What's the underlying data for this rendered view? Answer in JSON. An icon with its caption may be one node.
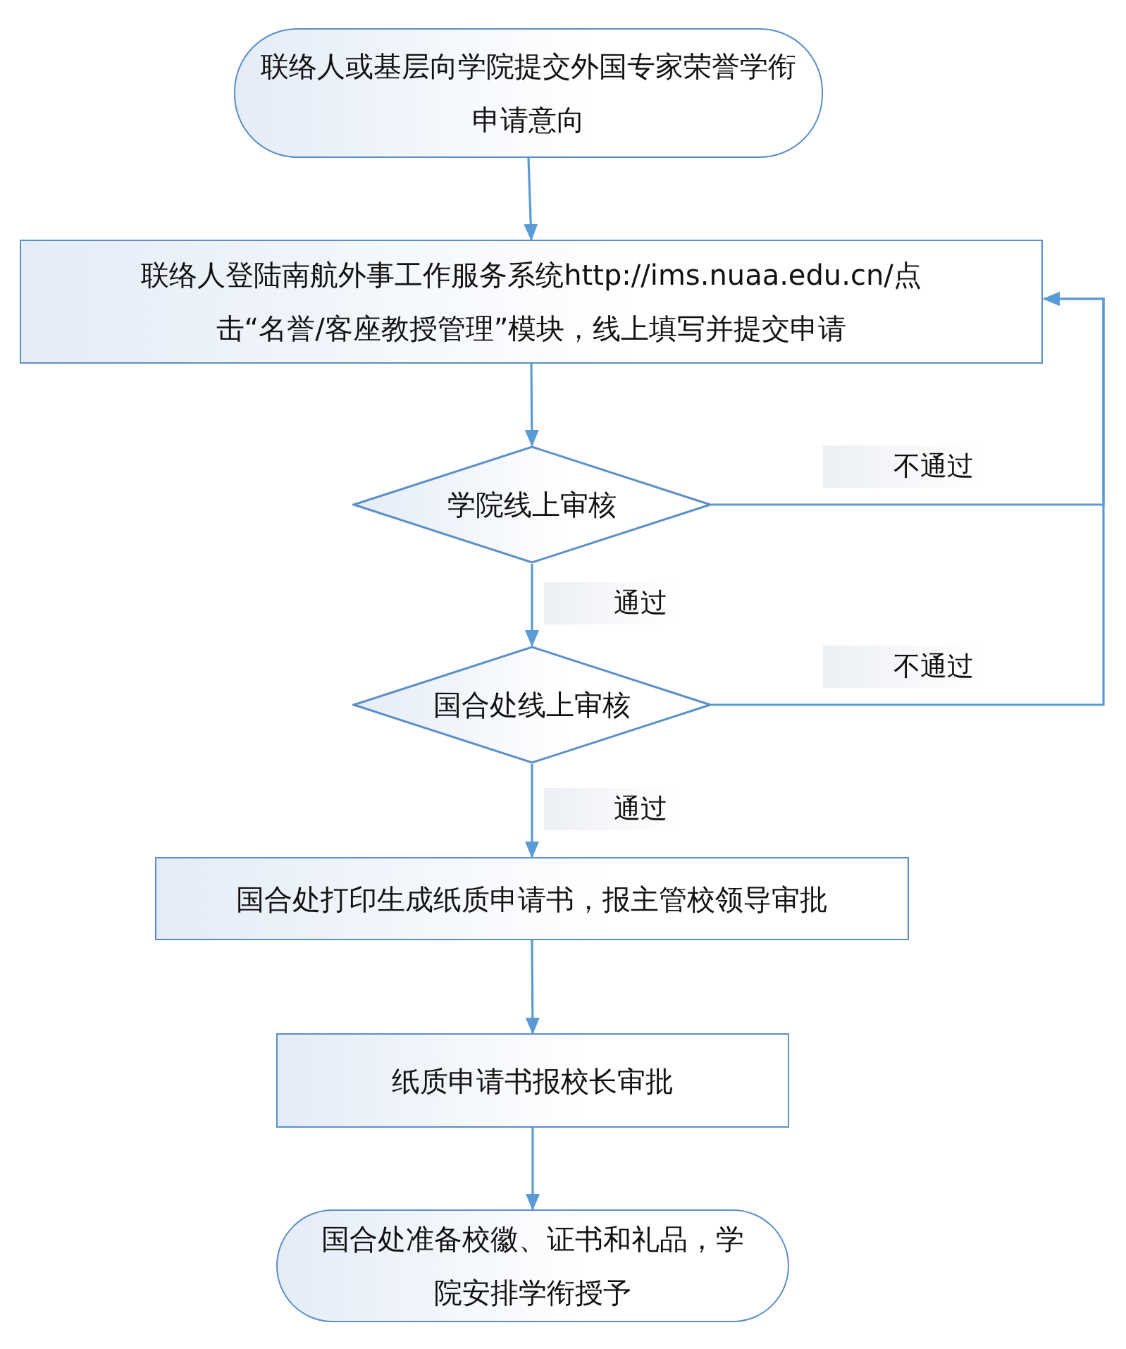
{
  "diagram": {
    "nodes": [
      {
        "text": [
          "联络人或基层向学院提交外国专家荣誉学衔申请意向"
        ]
      },
      {
        "text": [
          "联络人登陆南航外事工作服务系统http://ims.nuaa.edu.cn/点击“名誉/客座教授管理”模块，线上填写并提交申请"
        ]
      },
      {
        "text": [
          "学院线上审核"
        ]
      },
      {
        "text": [
          "国合处线上审核"
        ]
      },
      {
        "text": [
          "国合处打印生成纸质申请书，报主管校领导审批"
        ]
      },
      {
        "text": [
          "纸质申请书报校长审批"
        ]
      },
      {
        "text": [
          "国合处准备校徽、证书和礼品，学院安排学衔授予"
        ]
      }
    ],
    "edges": [
      {
        "from": 0,
        "to": 1,
        "arrow": "to"
      },
      {
        "from": 1,
        "to": 2,
        "arrow": "to"
      },
      {
        "from": 2,
        "to": 3,
        "arrow": "to",
        "label": "通过"
      },
      {
        "from": 3,
        "to": 4,
        "arrow": "to",
        "label": "通过"
      },
      {
        "from": 4,
        "to": 5,
        "arrow": "to"
      },
      {
        "from": 5,
        "to": 6,
        "arrow": "to"
      },
      {
        "from": 2,
        "to": 1,
        "arrow": "to",
        "label": "不通过"
      },
      {
        "from": 3,
        "to": 1,
        "arrow": "to",
        "label": "不通过"
      }
    ]
  }
}
